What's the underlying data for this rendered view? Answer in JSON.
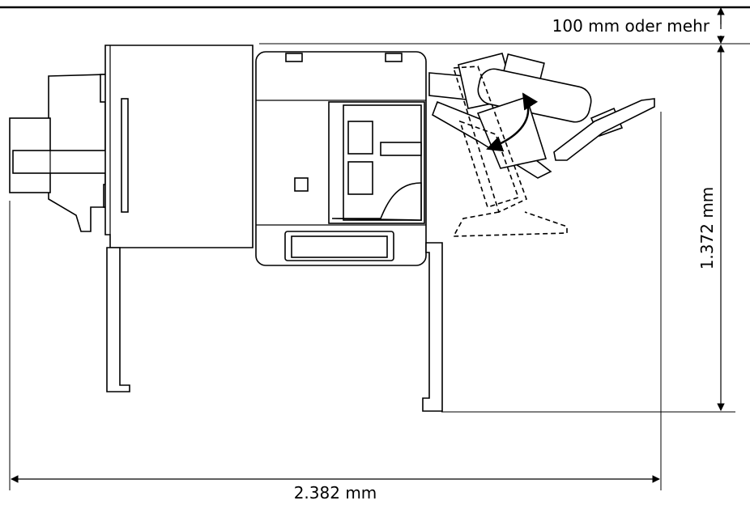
{
  "dimensions": {
    "clearance_label": "100 mm oder mehr",
    "depth_label": "1.372 mm",
    "width_label": "2.382 mm"
  },
  "colors": {
    "line": "#000000",
    "background": "#ffffff"
  }
}
